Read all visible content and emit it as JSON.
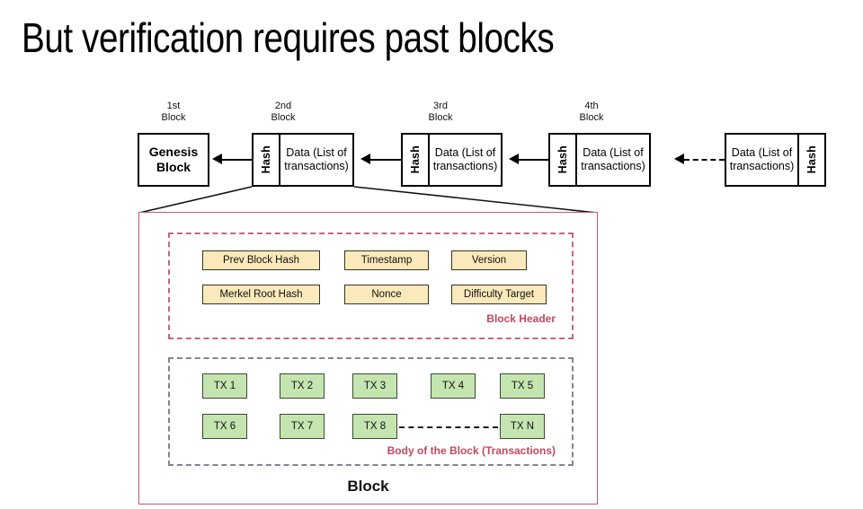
{
  "title": "But verification requires past blocks",
  "colors": {
    "header_dash": "#c4667f",
    "body_dash": "#8a7f96",
    "block_outline": "#c35a6e",
    "caption_text": "#c0485f",
    "header_field_fill": "#fae9ba",
    "tx_fill": "#c5e5b0"
  },
  "chain": {
    "labels": [
      {
        "name": "label-1st-block",
        "text": "1st\nBlock"
      },
      {
        "name": "label-2nd-block",
        "text": "2nd\nBlock"
      },
      {
        "name": "label-3rd-block",
        "text": "3rd\nBlock"
      },
      {
        "name": "label-4th-block",
        "text": "4th\nBlock"
      }
    ],
    "genesis_label": "Genesis\nBlock",
    "hash_label": "Hash",
    "data_label": "Data (List of\ntransactions)",
    "blocks": [
      {
        "name": "genesis-block",
        "kind": "genesis"
      },
      {
        "name": "block-2",
        "kind": "hash-left"
      },
      {
        "name": "block-3",
        "kind": "hash-left"
      },
      {
        "name": "block-4",
        "kind": "hash-left"
      },
      {
        "name": "block-n",
        "kind": "hash-right"
      }
    ]
  },
  "block_detail": {
    "caption": "Block",
    "header": {
      "caption": "Block Header",
      "fields": [
        {
          "name": "field-prev-block-hash",
          "label": "Prev Block Hash"
        },
        {
          "name": "field-timestamp",
          "label": "Timestamp"
        },
        {
          "name": "field-version",
          "label": "Version"
        },
        {
          "name": "field-merkel-root-hash",
          "label": "Merkel Root Hash"
        },
        {
          "name": "field-nonce",
          "label": "Nonce"
        },
        {
          "name": "field-difficulty-target",
          "label": "Difficulty Target"
        }
      ]
    },
    "body": {
      "caption": "Body of the Block (Transactions)",
      "transactions": [
        {
          "name": "tx-1",
          "label": "TX 1"
        },
        {
          "name": "tx-2",
          "label": "TX 2"
        },
        {
          "name": "tx-3",
          "label": "TX 3"
        },
        {
          "name": "tx-4",
          "label": "TX 4"
        },
        {
          "name": "tx-5",
          "label": "TX 5"
        },
        {
          "name": "tx-6",
          "label": "TX 6"
        },
        {
          "name": "tx-7",
          "label": "TX 7"
        },
        {
          "name": "tx-8",
          "label": "TX 8"
        },
        {
          "name": "tx-n",
          "label": "TX N"
        }
      ]
    }
  }
}
